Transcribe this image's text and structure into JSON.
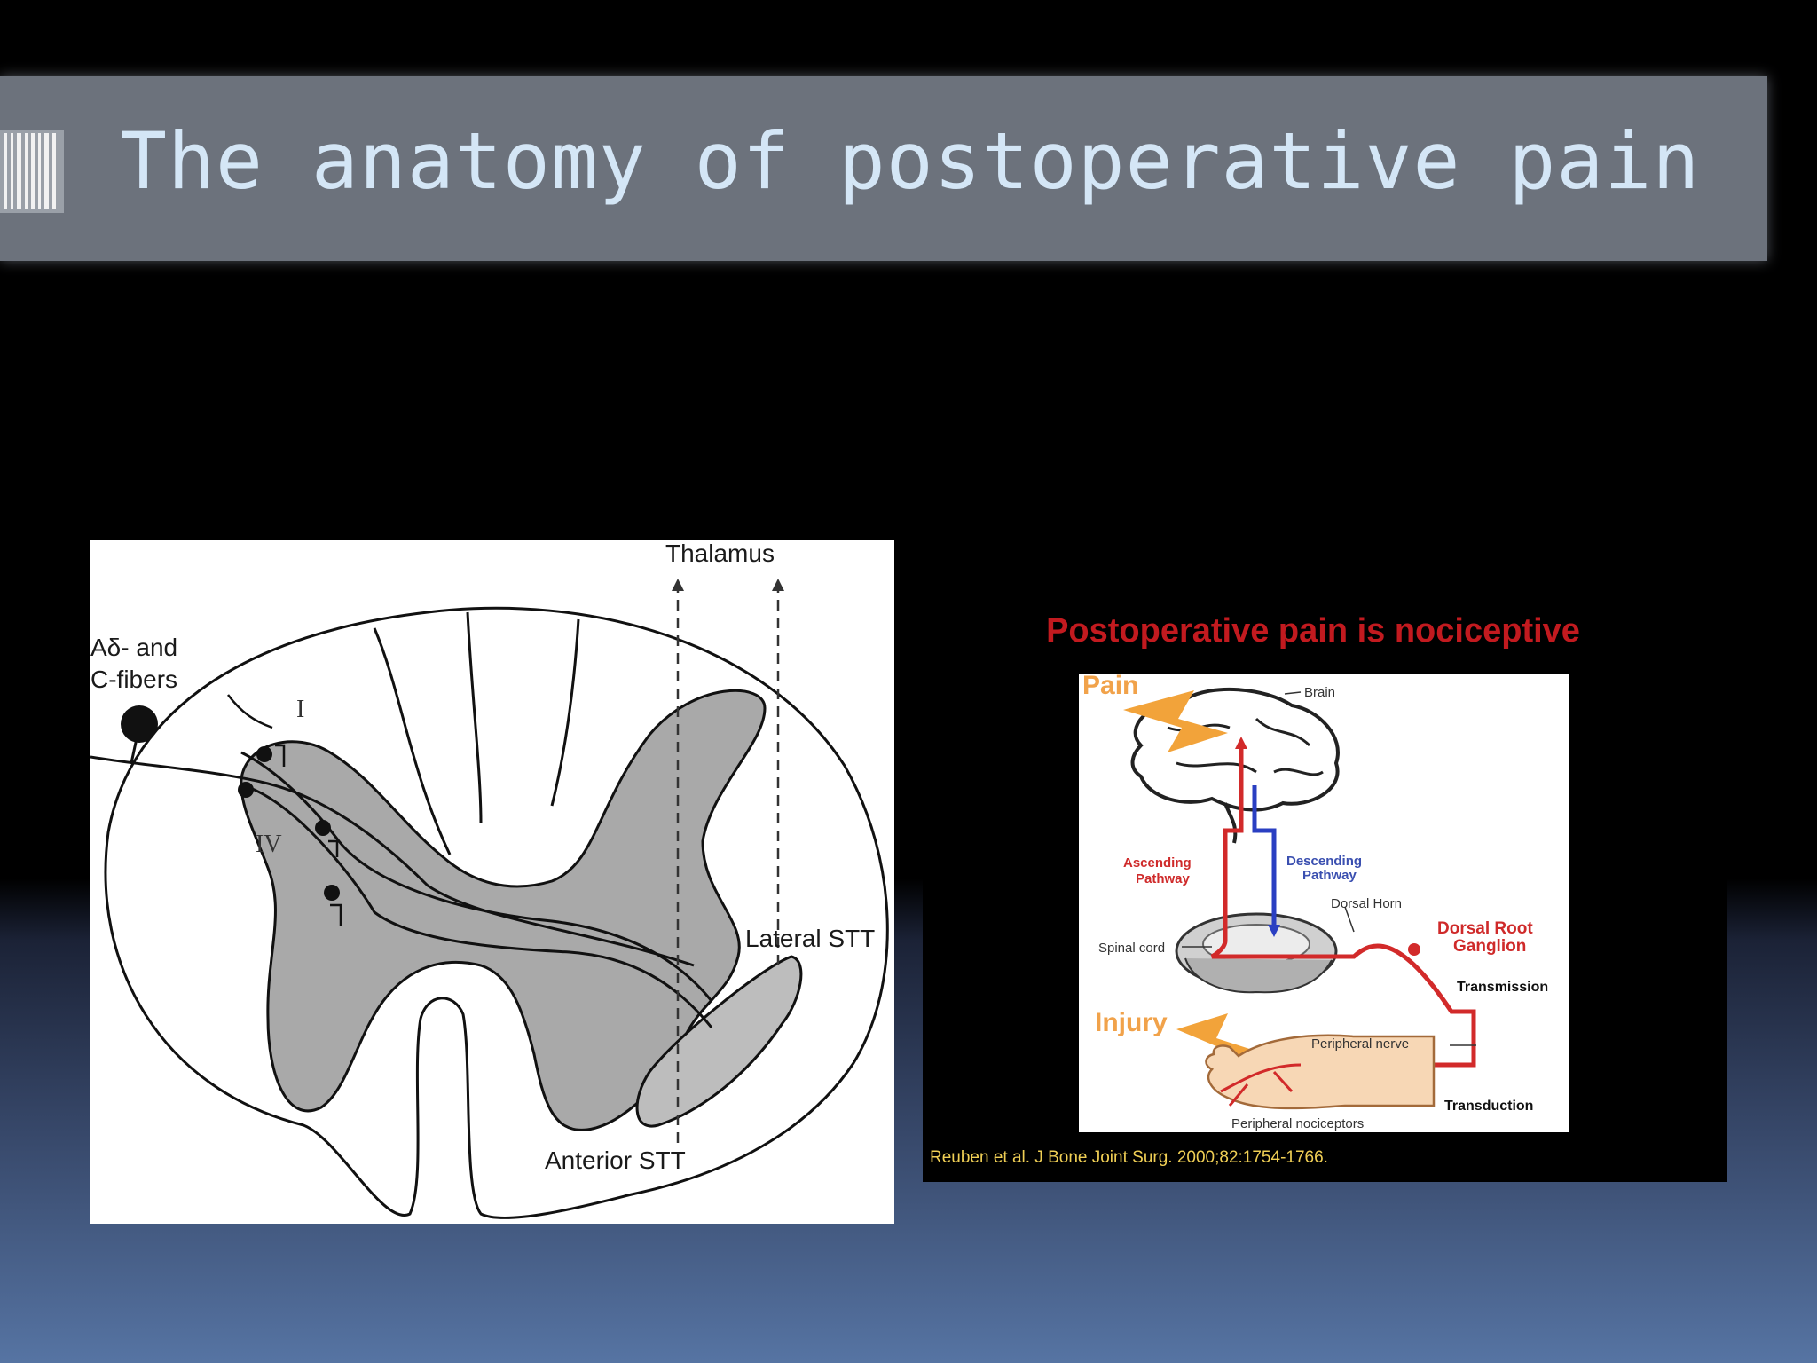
{
  "slide": {
    "title": "The anatomy of postoperative pain"
  },
  "left_figure": {
    "labels": {
      "thalamus": "Thalamus",
      "fibers_line1": "Aδ- and",
      "fibers_line2": "C-fibers",
      "lamina_i": "I",
      "lamina_iv": "IV",
      "lateral_stt": "Lateral STT",
      "anterior_stt": "Anterior STT"
    }
  },
  "right_figure": {
    "title": "Postoperative pain is nociceptive",
    "labels": {
      "pain": "Pain",
      "brain": "Brain",
      "ascending_line1": "Ascending",
      "ascending_line2": "Pathway",
      "descending_line1": "Descending",
      "descending_line2": "Pathway",
      "dorsal_horn": "Dorsal Horn",
      "spinal_cord": "Spinal cord",
      "drg_line1": "Dorsal Root",
      "drg_line2": "Ganglion",
      "transmission": "Transmission",
      "injury": "Injury",
      "peripheral_nerve": "Peripheral nerve",
      "transduction": "Transduction",
      "peripheral_nociceptors": "Peripheral nociceptors"
    },
    "citation": "Reuben et al. J Bone Joint Surg. 2000;82:1754-1766."
  },
  "colors": {
    "title_text": "#d4e6f6",
    "title_bar": "#6c727c",
    "red_title": "#c21a1f",
    "citation": "#f0cf55",
    "gray_matter": "#a9a9a9"
  }
}
